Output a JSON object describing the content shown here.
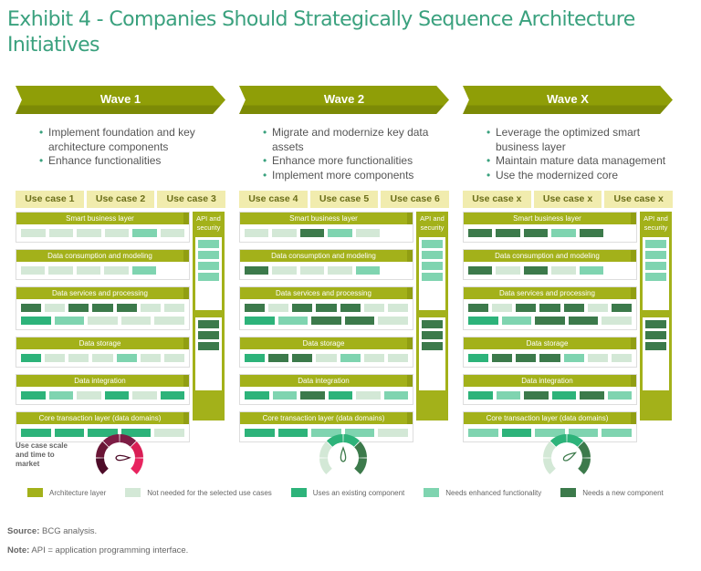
{
  "title": "Exhibit 4 - Companies Should Strategically Sequence Architecture Initiatives",
  "colors": {
    "N": "#d3e8d6",
    "E": "#2db37a",
    "H": "#7fd4b0",
    "C": "#3c7a4b",
    "layer": "#a3b11a"
  },
  "layer_names": [
    "Smart business layer",
    "Data consumption and modeling",
    "Data services and processing",
    "Data storage",
    "Data integration",
    "Core transaction layer (data domains)"
  ],
  "api_label": "API and security",
  "waves": [
    {
      "label": "Wave 1",
      "bullets": [
        "Implement foundation and key architecture components",
        "Enhance functionalities"
      ],
      "use_cases": [
        "Use case 1",
        "Use case 2",
        "Use case 3"
      ],
      "layers": [
        [
          [
            "N",
            "N",
            "N",
            "N",
            "H",
            "N"
          ]
        ],
        [
          [
            "N",
            "N",
            "N",
            "N",
            "H"
          ]
        ],
        [
          [
            "C",
            "N",
            "C",
            "C",
            "C",
            "N",
            "N"
          ],
          [
            "E",
            "H",
            "N",
            "N",
            "N"
          ]
        ],
        [
          [
            "E",
            "N",
            "N",
            "N",
            "H",
            "N",
            "N"
          ]
        ],
        [
          [
            "E",
            "H",
            "N",
            "E",
            "N",
            "E"
          ]
        ],
        [
          [
            "E",
            "E",
            "E",
            "E",
            "N"
          ]
        ]
      ],
      "api": [
        [
          "H",
          "H",
          "H",
          "H"
        ],
        [
          "C",
          "C",
          "C"
        ]
      ],
      "gauge": {
        "palette": "red",
        "needle": 0.83
      }
    },
    {
      "label": "Wave 2",
      "bullets": [
        "Migrate and modernize key data assets",
        "Enhance more functionalities",
        "Implement more components"
      ],
      "use_cases": [
        "Use case 4",
        "Use case 5",
        "Use case 6"
      ],
      "layers": [
        [
          [
            "N",
            "N",
            "C",
            "H",
            "N"
          ]
        ],
        [
          [
            "C",
            "N",
            "N",
            "N",
            "H"
          ]
        ],
        [
          [
            "C",
            "N",
            "C",
            "C",
            "C",
            "N",
            "N"
          ],
          [
            "E",
            "H",
            "C",
            "C",
            "N"
          ]
        ],
        [
          [
            "E",
            "C",
            "C",
            "N",
            "H",
            "N",
            "N"
          ]
        ],
        [
          [
            "E",
            "H",
            "C",
            "E",
            "N",
            "H"
          ]
        ],
        [
          [
            "E",
            "E",
            "H",
            "H",
            "N"
          ]
        ]
      ],
      "api": [
        [
          "H",
          "H",
          "H",
          "H"
        ],
        [
          "C",
          "C",
          "C"
        ]
      ],
      "gauge": {
        "palette": "green",
        "needle": 0.5
      }
    },
    {
      "label": "Wave X",
      "bullets": [
        "Leverage the optimized smart business layer",
        "Maintain mature data management",
        "Use the modernized core"
      ],
      "use_cases": [
        "Use case x",
        "Use case x",
        "Use case x"
      ],
      "layers": [
        [
          [
            "C",
            "C",
            "C",
            "H",
            "C"
          ]
        ],
        [
          [
            "C",
            "N",
            "C",
            "N",
            "H"
          ]
        ],
        [
          [
            "C",
            "N",
            "C",
            "C",
            "C",
            "N",
            "C"
          ],
          [
            "E",
            "H",
            "C",
            "C",
            "N"
          ]
        ],
        [
          [
            "E",
            "C",
            "C",
            "C",
            "H",
            "N",
            "N"
          ]
        ],
        [
          [
            "E",
            "H",
            "C",
            "E",
            "C",
            "H"
          ]
        ],
        [
          [
            "H",
            "E",
            "H",
            "H",
            "H"
          ]
        ]
      ],
      "api": [
        [
          "H",
          "H",
          "H",
          "H"
        ],
        [
          "C",
          "C",
          "C"
        ]
      ],
      "gauge": {
        "palette": "green",
        "needle": 0.72
      }
    }
  ],
  "gauge_label": "Use case scale and time to market",
  "legend": [
    {
      "key": "layer",
      "label": "Architecture layer"
    },
    {
      "key": "N",
      "label": "Not needed for the selected use cases"
    },
    {
      "key": "E",
      "label": "Uses an existing component"
    },
    {
      "key": "H",
      "label": "Needs enhanced functionality"
    },
    {
      "key": "C",
      "label": "Needs a new component"
    }
  ],
  "source_label": "Source:",
  "source_text": " BCG analysis.",
  "note_label": "Note:",
  "note_text": " API = application programming interface."
}
